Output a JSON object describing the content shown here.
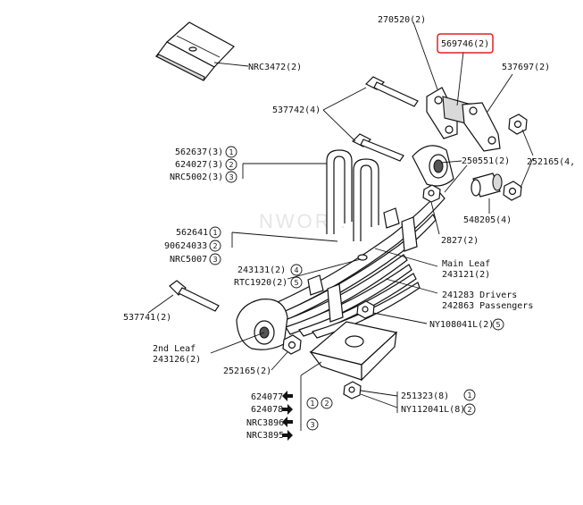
{
  "highlight_color": "#e0201e",
  "labels": {
    "nrc3472": "NRC3472(2)",
    "p270520": "270520(2)",
    "p569746": "569746(2)",
    "p537697": "537697(2)",
    "p537742": "537742(4)",
    "p562637": "562637(3)",
    "p624027": "624027(3)",
    "nrc5002": "NRC5002(3)",
    "p250551": "250551(2)",
    "p252165_top": "252165(4,",
    "p548205": "548205(4)",
    "p2827": "2827(2)",
    "p562641": "562641",
    "p90624033": "90624033",
    "nrc5007": "NRC5007",
    "main_leaf_1": "Main Leaf",
    "main_leaf_2": "243121(2)",
    "p243131": "243131(2)",
    "rtc1920": "RTC1920(2)",
    "drivers": "241283 Drivers",
    "passengers": "242863 Passengers",
    "ny108041l": "NY108041L(2)",
    "p537741": "537741(2)",
    "second_leaf_1": "2nd Leaf",
    "second_leaf_2": "243126(2)",
    "p252165_bot": "252165(2)",
    "p624077": "624077",
    "p624078": "624078",
    "nrc3896": "NRC3896",
    "nrc3895": "NRC3895",
    "p251323": "251323(8)",
    "ny112041l": "NY112041L(8)"
  },
  "circled": {
    "one": "1",
    "two": "2",
    "three": "3",
    "four": "4",
    "five": "5"
  },
  "watermark": "NWORK"
}
